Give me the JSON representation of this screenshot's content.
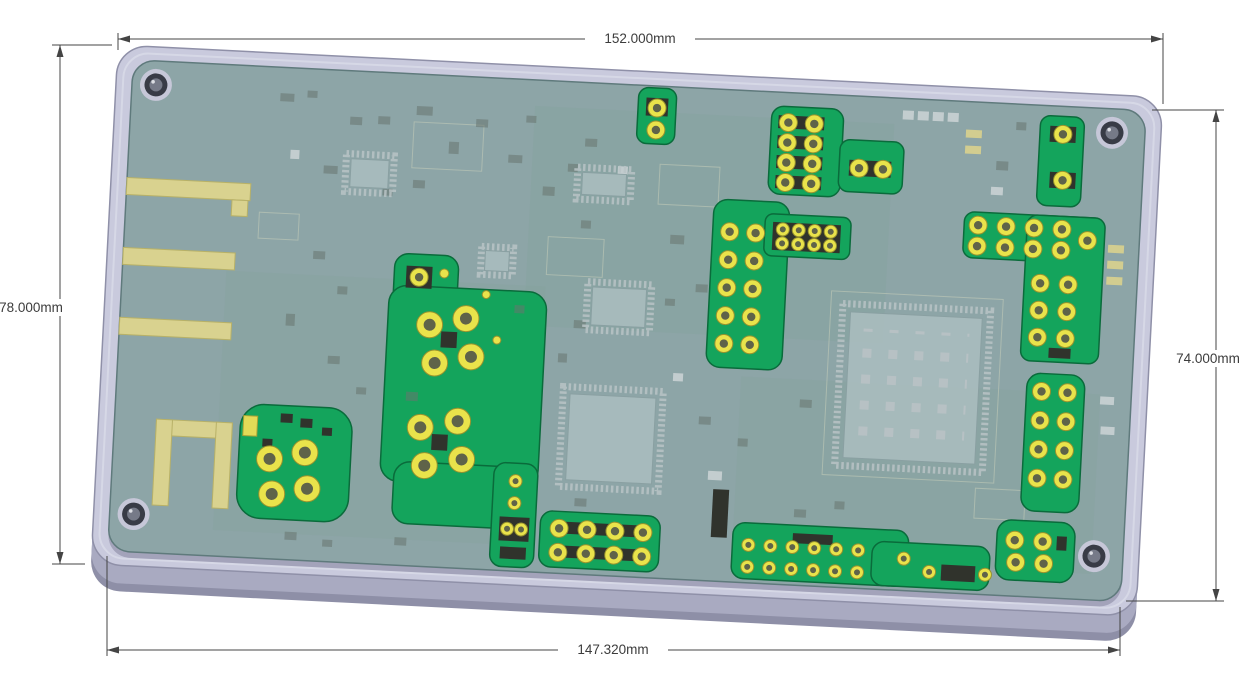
{
  "dimensions": {
    "top_width": "152.000mm",
    "bottom_width": "147.320mm",
    "left_height": "78.000mm",
    "right_height": "74.000mm"
  },
  "colors": {
    "plate_top": "#c9cadd",
    "plate_side": "#a9aac1",
    "plate_side_dark": "#8e8fa7",
    "plate_edge": "#8f90a8",
    "plate_lip": "#dadbe8",
    "pcb": "#8da5a7",
    "pcb_edge": "#5f7a7c",
    "island_green": "#14a45c",
    "island_green_dark": "#0a6b3b",
    "pad_yellow": "#e9e34b",
    "pad_center": "#5f6349",
    "antenna_yellow": "#d9d28f",
    "dimension_line": "#444444"
  }
}
